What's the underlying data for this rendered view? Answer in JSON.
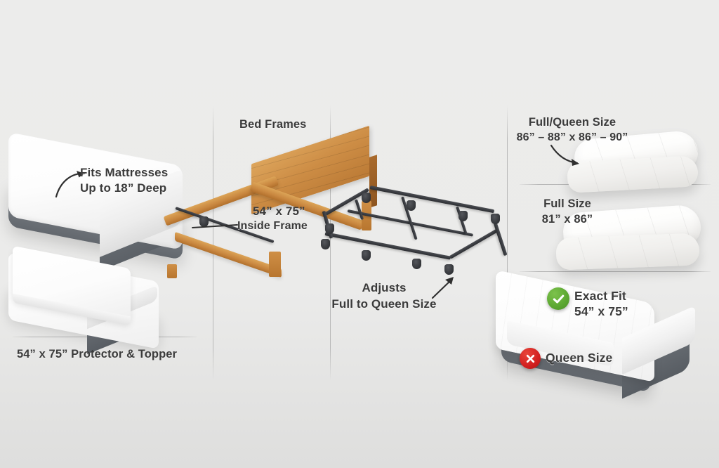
{
  "page": {
    "title": "Bed Sizing Guide Infographic",
    "background_color": "#e9e9e8",
    "text_color": "#3b3b3b"
  },
  "palette": {
    "mattress_white": "#ffffff",
    "mattress_base_gray": "#71767c",
    "wood_frame": "#c8863f",
    "metal_frame": "#3a3c41",
    "check_green": "#5ca832",
    "cross_red": "#d32020",
    "divider": "#a8a8a8"
  },
  "panels": {
    "left": {
      "name": "mattress-protector-panel",
      "callout_line1": "Fits Mattresses",
      "callout_line2": "Up to 18” Deep",
      "caption": "54” x 75” Protector & Topper"
    },
    "middle": {
      "name": "bed-frames-panel",
      "heading": "Bed Frames",
      "wood_callout_line1": "54” x 75”",
      "wood_callout_line2": "Inside Frame",
      "metal_callout_line1": "Adjusts",
      "metal_callout_line2": "Full to Queen Size"
    },
    "right": {
      "name": "comforter-and-fit-panel",
      "comforter_full_queen": {
        "line1": "Full/Queen Size",
        "line2": "86” – 88” x 86” – 90”"
      },
      "comforter_full": {
        "line1": "Full Size",
        "line2": "81” x 86”"
      },
      "fit_check": {
        "icon": "check-circle-icon",
        "line1": "Exact Fit",
        "line2": "54” x 75”"
      },
      "fit_cross": {
        "icon": "cross-circle-icon",
        "label": "Queen Size"
      }
    }
  }
}
